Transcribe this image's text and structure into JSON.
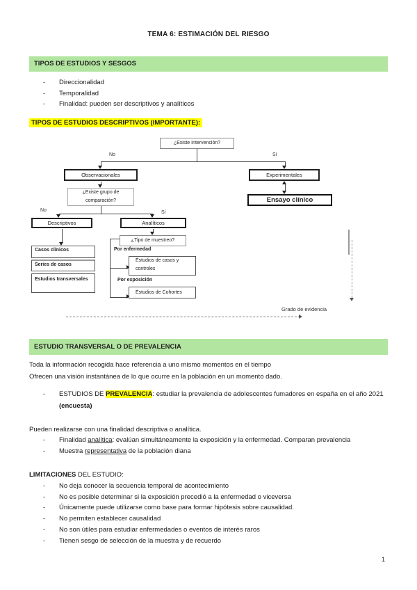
{
  "page": {
    "title": "TEMA 6: ESTIMACIÓN DEL RIESGO",
    "page_number": "1"
  },
  "colors": {
    "banner_green": "#b2e5a0",
    "highlight_yellow": "#ffff00"
  },
  "section1": {
    "heading": "TIPOS DE ESTUDIOS Y SESGOS",
    "bullets": [
      "Direccionalidad",
      "Temporalidad",
      "Finalidad: pueden ser descriptivos y analíticos"
    ],
    "subheading": "TIPOS DE ESTUDIOS DESCRIPTIVOS (IMPORTANTE):"
  },
  "flowchart": {
    "q_intervencion": "¿Existe Intervención?",
    "no1": "No",
    "si1": "Sí",
    "observacionales": "Observacionales",
    "experimentales": "Experimentales",
    "q_grupo_line1": "¿Existe grupo de",
    "q_grupo_line2": "comparación?",
    "ensayo_clinico": "Ensayo clínico",
    "no2": "No",
    "si2": "Sí",
    "descriptivos": "Descriptivos",
    "analiticos": "Analíticos",
    "stack": [
      "Casos clínicos",
      "Series de casos",
      "Estudios transversales"
    ],
    "q_muestreo": "¿Tipo de muestreo?",
    "por_enfermedad": "Por enfermedad",
    "casos_controles_l1": "Estudios de  casos y",
    "casos_controles_l2": "controles",
    "por_exposicion": "Por exposición",
    "cohortes": "Estudios de Cohortes",
    "grado_evidencia": "Grado de evidencia"
  },
  "section2": {
    "heading": "ESTUDIO TRANSVERSAL O DE PREVALENCIA",
    "para1": "Toda la información recogida hace referencia a uno mismo momentos en el tiempo",
    "para2": "Ofrecen una visión instantánea de lo que ocurre en la población en un momento dado.",
    "bullet1_pre": "ESTUDIOS DE ",
    "bullet1_highlight": "PREVALENCIA",
    "bullet1_post": ": estudiar la prevalencia de adolescentes fumadores en españa en el año 2021",
    "bullet1_line2": "(encuesta)",
    "para3": "Pueden realizarse con una finalidad descriptiva o analítica.",
    "bullet2_pre": "Finalidad ",
    "bullet2_underline": "analítica",
    "bullet2_post": ": evalúan simultáneamente la exposición y la enfermedad. Comparan prevalencia",
    "bullet3_pre": "Muestra ",
    "bullet3_underline": "representativa",
    "bullet3_post": " de la población diana",
    "limitaciones_bold": "LIMITACIONES",
    "limitaciones_rest": " DEL ESTUDIO:",
    "limit_bullets": [
      "No deja conocer la secuencia temporal de acontecimiento",
      "No es posible determinar si la exposición precedió a la enfermedad o viceversa",
      "Únicamente puede utilizarse como base para formar hipótesis sobre causalidad.",
      "No permiten establecer causalidad",
      "No son útiles para estudiar enfermedades o eventos de interés raros",
      "Tienen sesgo de selección de la muestra y de recuerdo"
    ]
  }
}
